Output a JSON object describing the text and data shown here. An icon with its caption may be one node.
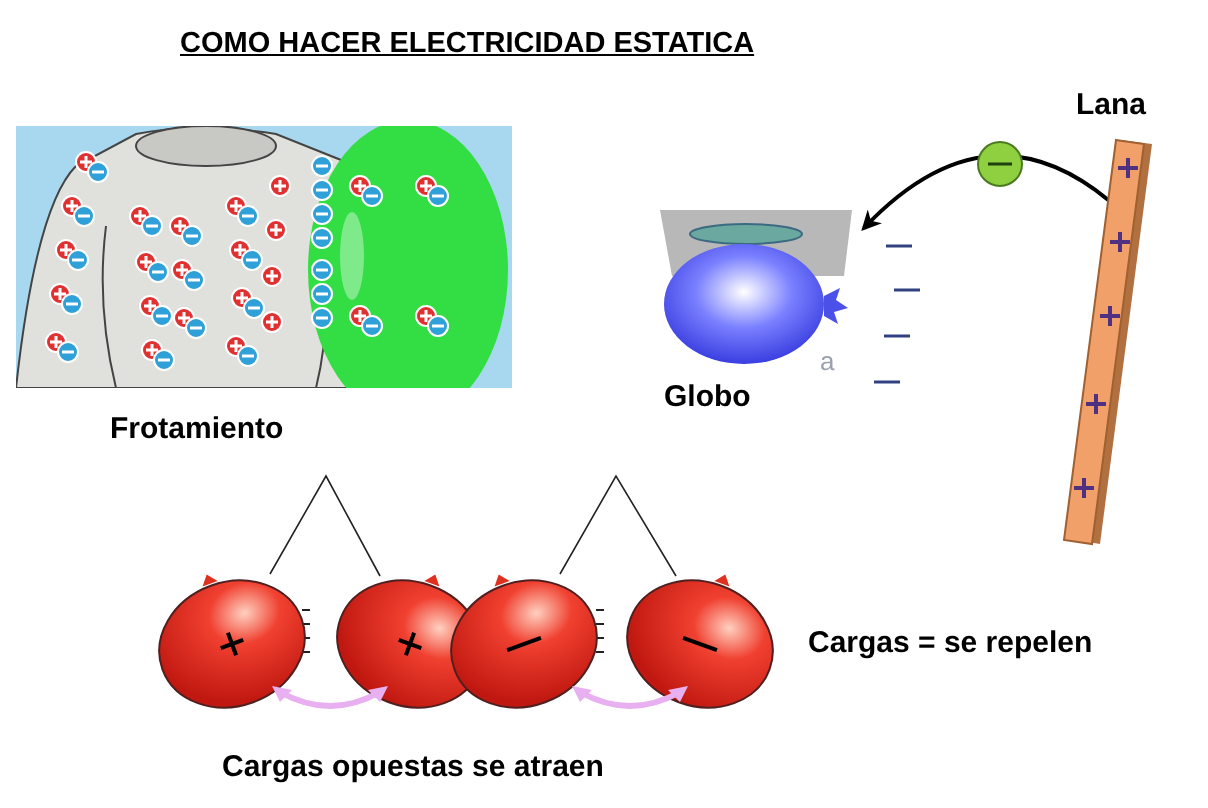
{
  "diagram": {
    "title": "COMO HACER ELECTRICIDAD ESTATICA",
    "nodes": [
      {
        "text": [],
        "shape": "picture",
        "beside": [
          "Globo"
        ]
      },
      {
        "text": [],
        "shape": "bar",
        "beside": [
          "Lana"
        ]
      }
    ],
    "edges": [
      {
        "from": 1,
        "to": 0,
        "arrow": "to"
      }
    ],
    "labels": [
      "Frotamiento",
      "a",
      "Cargas = se repelen",
      "Cargas opuestas se atraen"
    ]
  }
}
